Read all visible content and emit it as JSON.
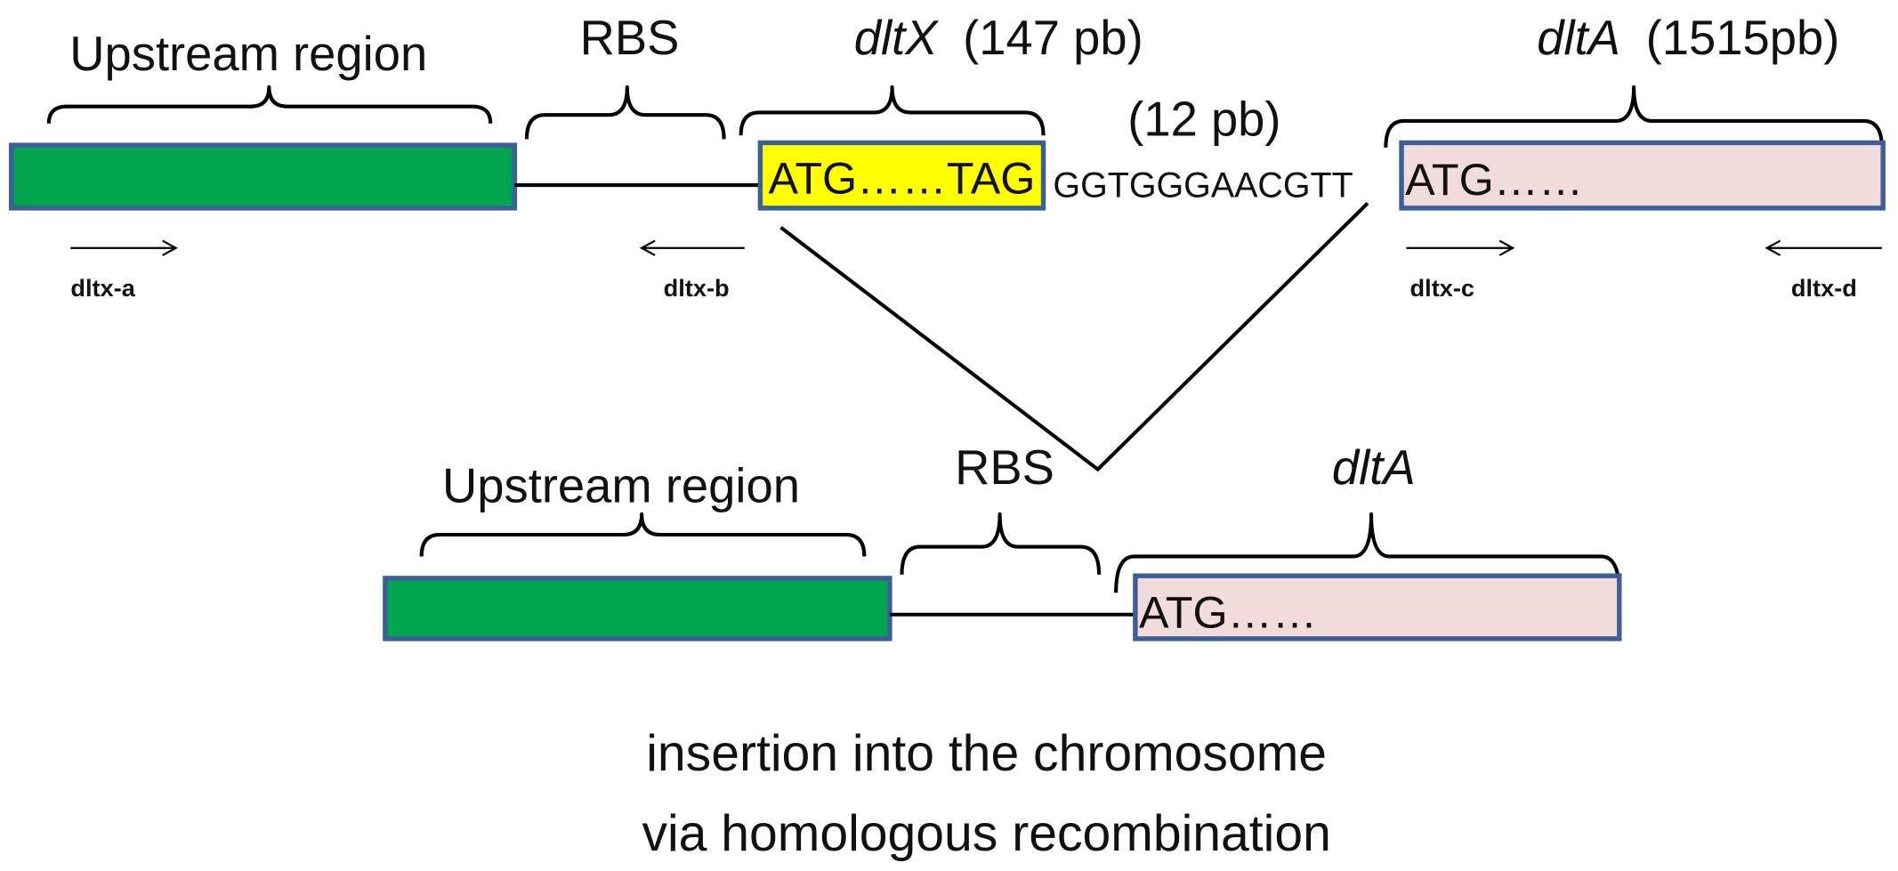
{
  "colors": {
    "upstream_fill": "#00a54f",
    "dltx_fill": "#ffff00",
    "dlta_fill": "#f2dcdb",
    "box_border": "#3c5f9a"
  },
  "top": {
    "upstream_label": "Upstream region",
    "rbs_label": "RBS",
    "dltx_gene": "dltX",
    "dltx_size": "(147 pb)",
    "dltx_box_text": "ATG……TAG",
    "spacer_size": "(12 pb)",
    "spacer_sequence": "GGTGGGAACGTT",
    "dlta_gene": "dltA",
    "dlta_size": "(1515pb)",
    "dlta_box_text": "ATG……"
  },
  "primers": {
    "a": "dltx-a",
    "b": "dltx-b",
    "c": "dltx-c",
    "d": "dltx-d"
  },
  "bottom": {
    "upstream_label": "Upstream region",
    "rbs_label": "RBS",
    "dlta_gene": "dltA",
    "dlta_box_text": "ATG……"
  },
  "caption": {
    "line1": "insertion into the chromosome",
    "line2": "via homologous recombination"
  }
}
